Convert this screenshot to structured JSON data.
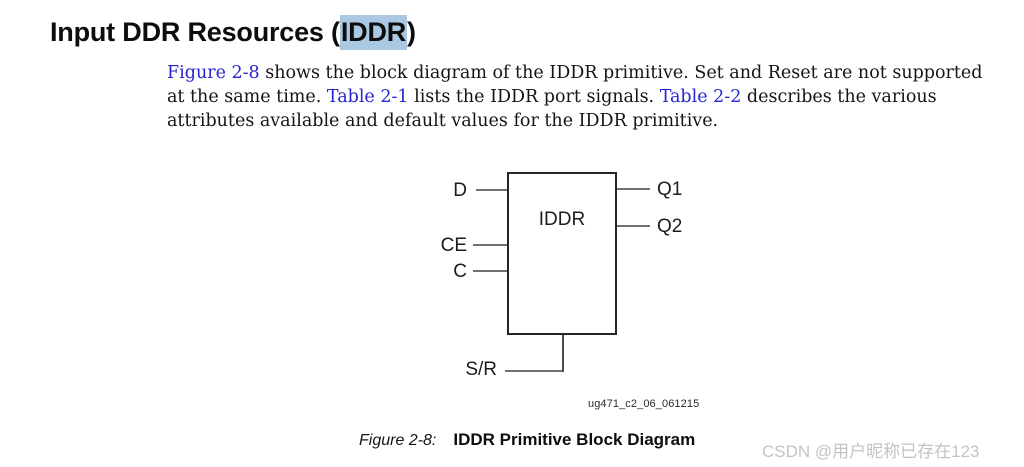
{
  "title": {
    "prefix": "Input DDR Resources (",
    "highlight": "IDDR",
    "suffix": ")"
  },
  "paragraph": {
    "line1": {
      "link_figure": "Figure 2-8",
      "rest": " shows the block diagram of the IDDR primitive. Set and Reset are not supported"
    },
    "line2": {
      "pre": "at the same time. ",
      "link_table1": "Table 2-1",
      "mid": " lists the IDDR port signals. ",
      "link_table2": "Table 2-2",
      "post": " describes the various"
    },
    "line3": {
      "text": "attributes available and default values for the IDDR primitive."
    }
  },
  "diagram": {
    "block_label": "IDDR",
    "inputs": {
      "d": "D",
      "ce": "CE",
      "c": "C"
    },
    "outputs": {
      "q1": "Q1",
      "q2": "Q2"
    },
    "set_reset": "S/R",
    "figure_code": "ug471_c2_06_061215"
  },
  "caption": {
    "number": "Figure 2-8:",
    "title": "IDDR Primitive Block Diagram"
  },
  "watermark": {
    "text": "CSDN @用户昵称已存在123"
  },
  "colors": {
    "link_blue": "#2626cc",
    "selection_highlight": "#abc8e2",
    "watermark_gray": "#c3c3c3",
    "wire_gray": "#707070",
    "box_border": "#262626"
  }
}
